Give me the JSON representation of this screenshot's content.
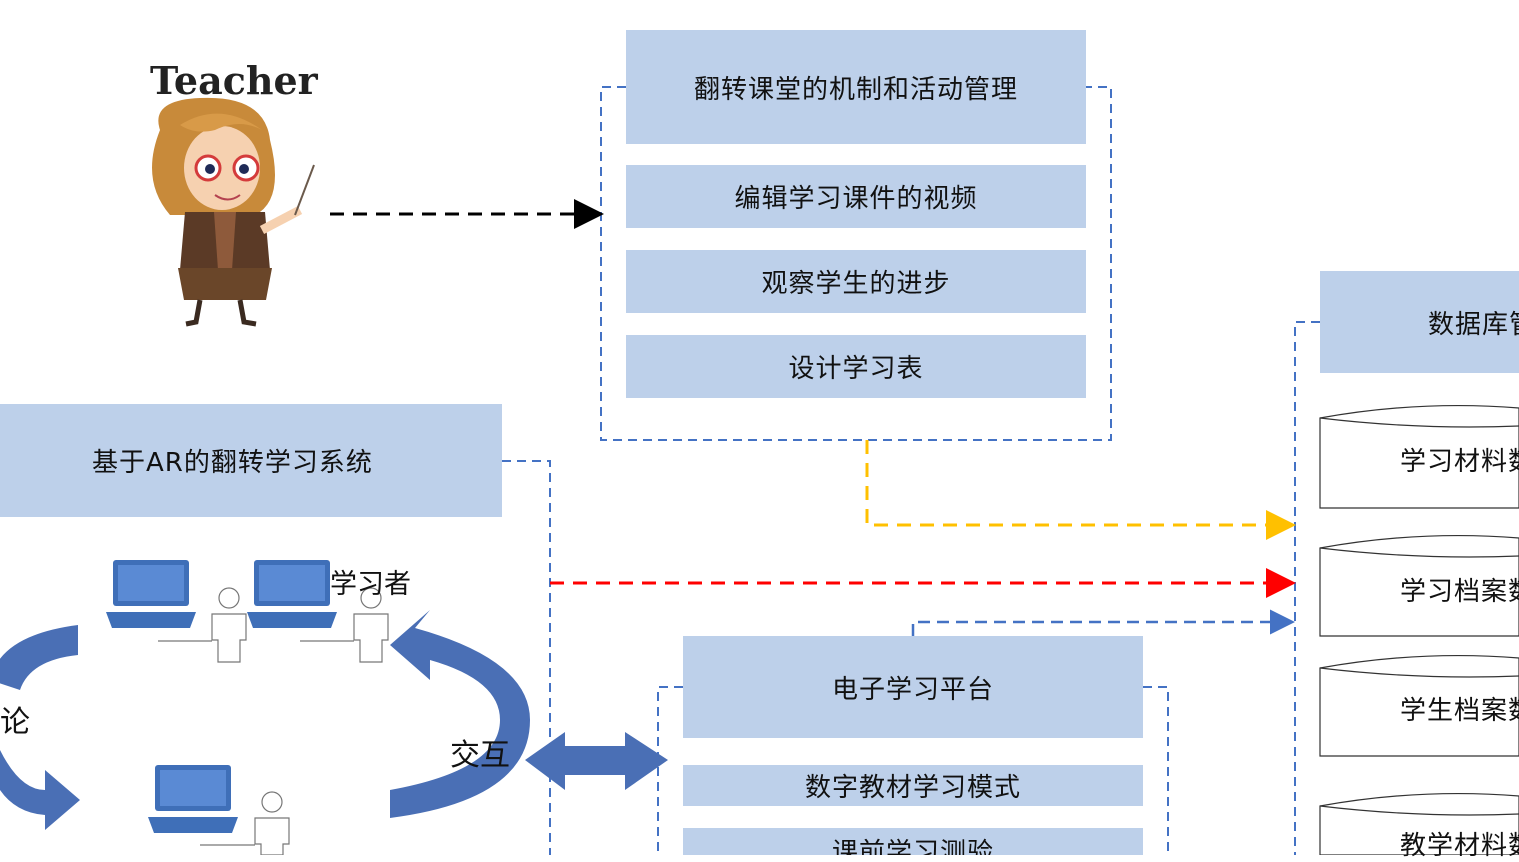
{
  "teacher": {
    "label": "Teacher"
  },
  "teacher_panel": {
    "items": [
      "翻转课堂的机制和活动管理",
      "编辑学习课件的视频",
      "观察学生的进步",
      "设计学习表"
    ]
  },
  "system": {
    "title": "基于AR的翻转学习系统"
  },
  "learner": {
    "label": "学习者"
  },
  "cycle": {
    "left_label": "论",
    "right_label": "交互"
  },
  "platform": {
    "items": [
      "电子学习平台",
      "数字教材学习模式",
      "课前学习测验"
    ]
  },
  "database": {
    "header": "数据库管",
    "items": [
      "学习材料数",
      "学习档案数",
      "学生档案数",
      "教学材料数"
    ]
  },
  "colors": {
    "box_fill": "#bdd0ea",
    "dashed_blue": "#4472c4",
    "arrow_yellow": "#ffc000",
    "arrow_red": "#ff0000",
    "arrow_dark": "#000000",
    "big_arrow": "#4a6fb5"
  }
}
